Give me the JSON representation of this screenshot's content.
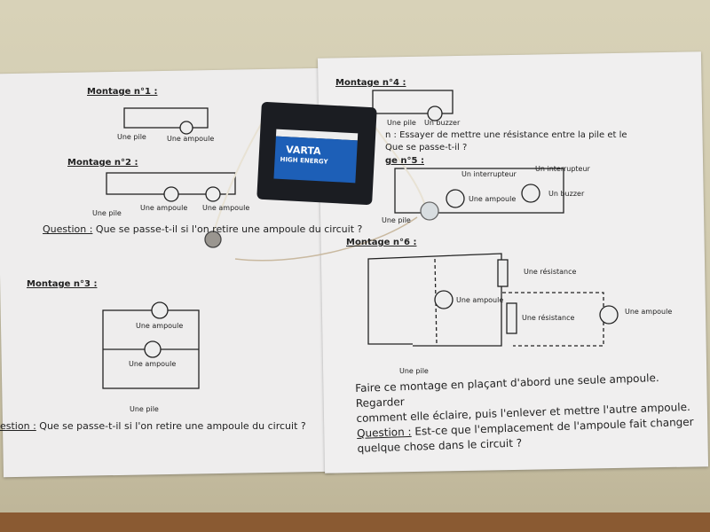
{
  "left_sheet": {
    "m1": {
      "title": "Montage n°1 :",
      "pile": "Une pile",
      "ampoule": "Une ampoule"
    },
    "m2": {
      "title": "Montage n°2 :",
      "pile": "Une pile",
      "ampoule1": "Une ampoule",
      "ampoule2": "Une ampoule",
      "question_label": "Question :",
      "question": "Que se passe-t-il  si l'on retire une ampoule du circuit ?"
    },
    "m3": {
      "title": "Montage n°3 :",
      "ampoule1": "Une ampoule",
      "ampoule2": "Une ampoule",
      "pile": "Une pile",
      "question_label": "estion :",
      "question": "Que se passe-t-il  si l'on retire une ampoule du circuit ?"
    }
  },
  "right_sheet": {
    "m4": {
      "title": "Montage n°4 :",
      "pile": "Une pile",
      "buzzer": "Un buzzer",
      "instruction": "n : Essayer de mettre une résistance entre la pile et le",
      "question": "Que se passe-t-il ?"
    },
    "m5": {
      "title": "ge n°5 :",
      "switch1": "Un interrupteur",
      "switch2": "Un interrupteur",
      "ampoule": "Une ampoule",
      "buzzer": "Un buzzer",
      "pile": "Une pile"
    },
    "m6": {
      "title": "Montage n°6 :",
      "res1": "Une résistance",
      "res2": "Une résistance",
      "ampoule1": "Une ampoule",
      "ampoule2": "Une ampoule",
      "pile": "Une pile",
      "line1": "Faire ce montage en plaçant d'abord une seule ampoule. Regarder",
      "line2": "comment elle éclaire, puis l'enlever et mettre l'autre ampoule.",
      "question_label": "Question :",
      "question1": "Est-ce que l'emplacement de l'ampoule fait changer",
      "question2": "quelque chose dans le circuit ?"
    }
  },
  "battery": {
    "brand": "VARTA",
    "line": "HIGH ENERGY"
  }
}
